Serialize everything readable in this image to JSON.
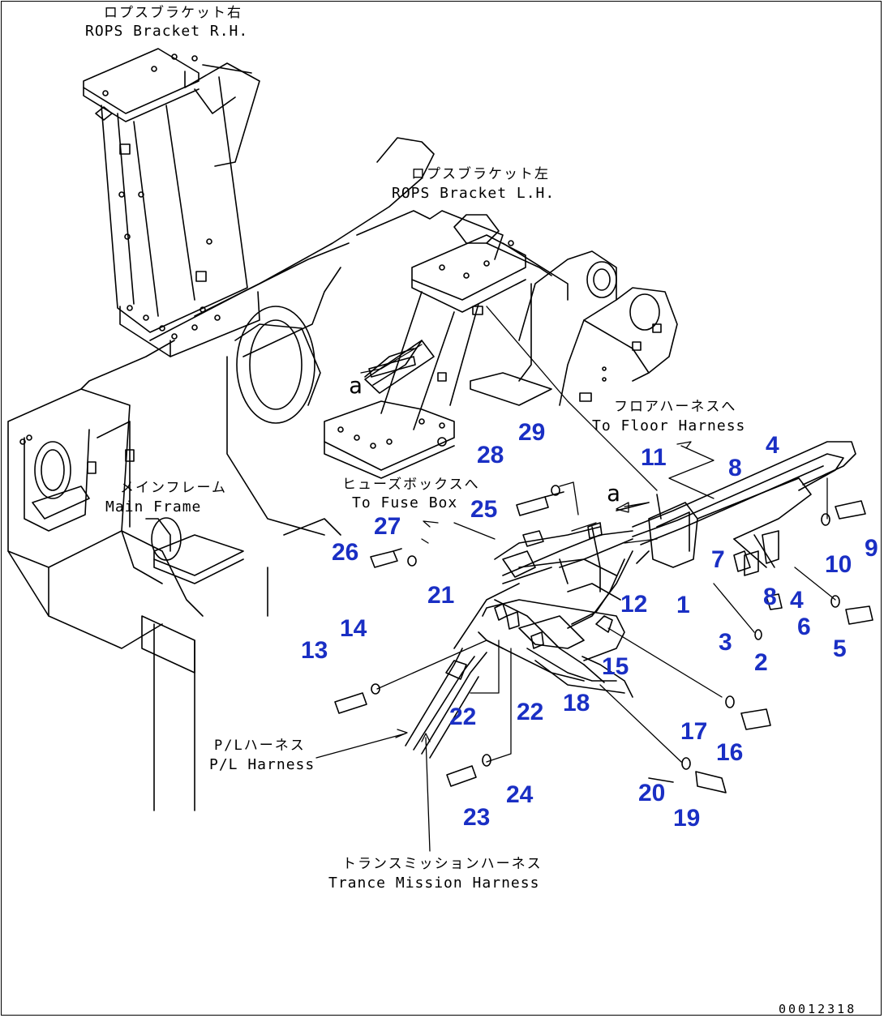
{
  "labels": {
    "rops_r_jp": "ロプスブラケット右",
    "rops_r_en": "ROPS Bracket R.H.",
    "rops_l_jp": "ロプスブラケット左",
    "rops_l_en": "ROPS Bracket L.H.",
    "floor_jp": "フロアハーネスへ",
    "floor_en": "To Floor Harness",
    "main_jp": "メインフレーム",
    "main_en": "Main Frame",
    "fuse_jp": "ヒューズボックスへ",
    "fuse_en": "To Fuse Box",
    "pl_jp": "P/Lハーネス",
    "pl_en": "P/L Harness",
    "trans_jp": "トランスミッションハーネス",
    "trans_en": "Trance Mission Harness",
    "ref_a": "a",
    "drawing_code": "00012318"
  },
  "part_numbers": [
    "1",
    "2",
    "3",
    "4",
    "4",
    "5",
    "6",
    "7",
    "8",
    "8",
    "9",
    "10",
    "11",
    "12",
    "13",
    "14",
    "15",
    "16",
    "17",
    "18",
    "19",
    "20",
    "21",
    "22",
    "22",
    "23",
    "24",
    "25",
    "26",
    "27",
    "28",
    "29"
  ],
  "colors": {
    "line": "#000000",
    "callout": "#1a2fc4",
    "background": "#ffffff"
  }
}
